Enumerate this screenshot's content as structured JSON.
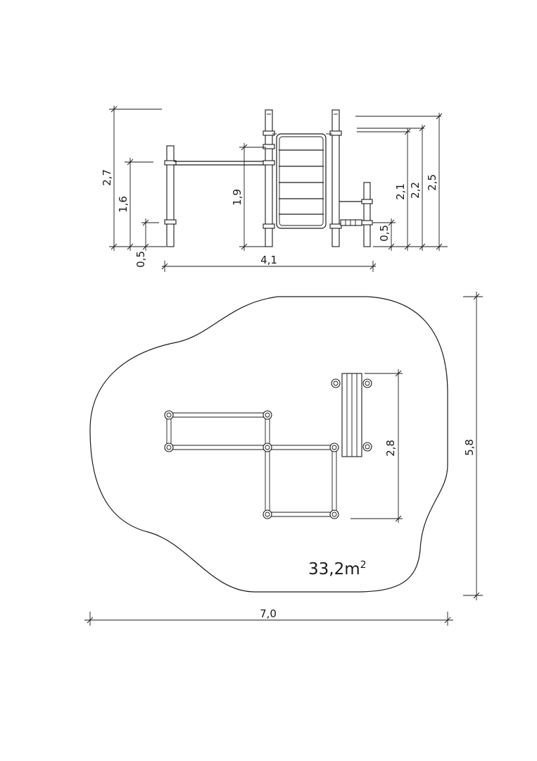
{
  "elevation": {
    "overall_width": "4,1",
    "height_total_left": "2,7",
    "height_bar_low": "1,6",
    "height_base_left": "0,5",
    "height_bar_mid": "1,9",
    "height_right_1": "2,1",
    "height_right_2": "2,2",
    "height_right_3": "2,5",
    "height_base_right": "0,5"
  },
  "plan": {
    "area_value": "33,2m",
    "area_exponent": "2",
    "width": "7,0",
    "depth": "5,8",
    "equipment_depth": "2,8"
  }
}
